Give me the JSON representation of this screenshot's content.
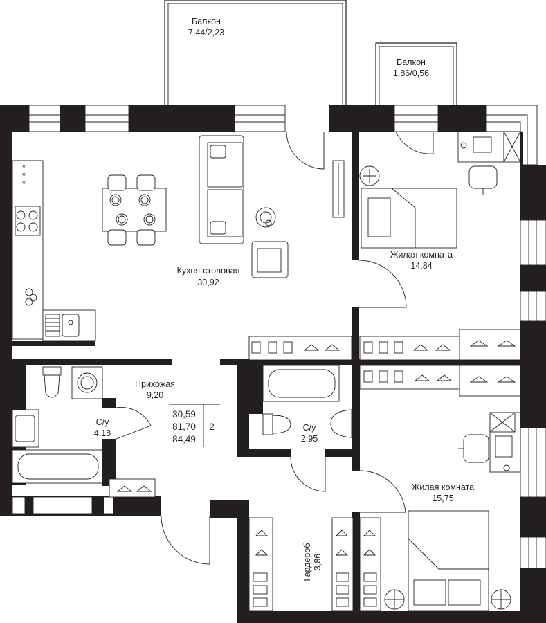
{
  "colors": {
    "wall": "#231f20",
    "background": "#ffffff"
  },
  "rooms": [
    {
      "key": "balcony_1",
      "name": "Балкон",
      "area": "7,44/2,23"
    },
    {
      "key": "balcony_2",
      "name": "Балкон",
      "area": "1,86/0,56"
    },
    {
      "key": "kitchen",
      "name": "Кухня-столовая",
      "area": "30,92"
    },
    {
      "key": "living_1",
      "name": "Жилая комната",
      "area": "14,84"
    },
    {
      "key": "hallway",
      "name": "Прихожая",
      "area": "9,20"
    },
    {
      "key": "bath_1",
      "name": "С/у",
      "area": "4,18"
    },
    {
      "key": "bath_2",
      "name": "С/у",
      "area": "2,95"
    },
    {
      "key": "living_2",
      "name": "Жилая комната",
      "area": "15,75"
    },
    {
      "key": "wardrobe",
      "name": "Гардероб",
      "area": "3,86"
    }
  ],
  "summary": {
    "areas": [
      "30,59",
      "81,70",
      "84,49"
    ],
    "rooms_count": "2"
  },
  "icons": [
    "stove-icon",
    "sink-icon",
    "bathtub-icon",
    "toilet-icon",
    "washer-icon",
    "bed-icon",
    "sofa-icon",
    "armchair-icon",
    "desk-icon",
    "chair-icon",
    "plant-icon",
    "hanger-icon",
    "dining-table-icon",
    "tv-icon"
  ]
}
